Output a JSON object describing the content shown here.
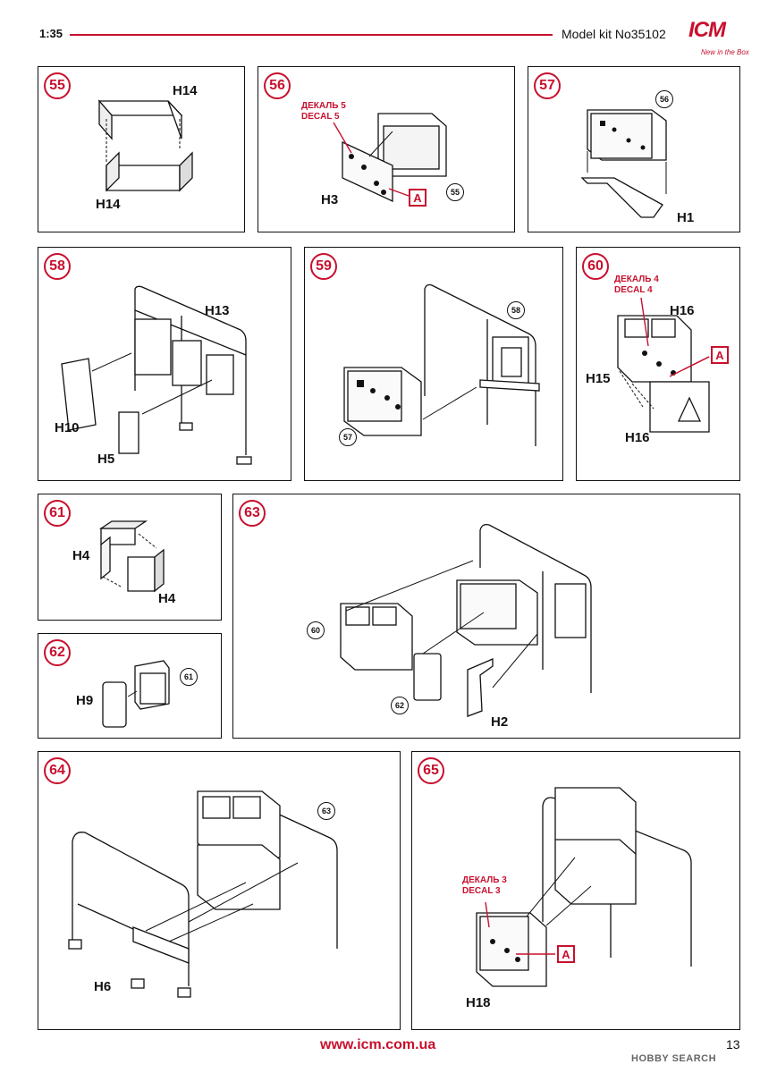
{
  "header": {
    "scale": "1:35",
    "kit": "Model kit No35102",
    "brand": "ICM",
    "tagline": "New in the Box"
  },
  "panels": [
    {
      "step": "55",
      "parts": [
        "H14",
        "H14"
      ]
    },
    {
      "step": "56",
      "decal_ru": "ДЕКАЛЬ 5",
      "decal_en": "DECAL 5",
      "parts": [
        "H3"
      ],
      "ref": "55",
      "marker": "A"
    },
    {
      "step": "57",
      "parts": [
        "H1"
      ],
      "ref": "56"
    },
    {
      "step": "58",
      "parts": [
        "H13",
        "H10",
        "H5"
      ]
    },
    {
      "step": "59",
      "refs": [
        "58",
        "57"
      ]
    },
    {
      "step": "60",
      "decal_ru": "ДЕКАЛЬ 4",
      "decal_en": "DECAL 4",
      "parts": [
        "H16",
        "H15",
        "H16"
      ],
      "marker": "A"
    },
    {
      "step": "61",
      "parts": [
        "H4",
        "H4"
      ]
    },
    {
      "step": "62",
      "parts": [
        "H9"
      ],
      "ref": "61"
    },
    {
      "step": "63",
      "parts": [
        "H2"
      ],
      "refs": [
        "60",
        "62"
      ]
    },
    {
      "step": "64",
      "parts": [
        "H6"
      ],
      "ref": "63"
    },
    {
      "step": "65",
      "decal_ru": "ДЕКАЛЬ 3",
      "decal_en": "DECAL 3",
      "parts": [
        "H18"
      ],
      "marker": "A"
    }
  ],
  "footer": {
    "url": "www.icm.com.ua",
    "page": "13",
    "watermark": "HOBBY SEARCH"
  },
  "colors": {
    "accent": "#c8102e",
    "ink": "#111111"
  }
}
